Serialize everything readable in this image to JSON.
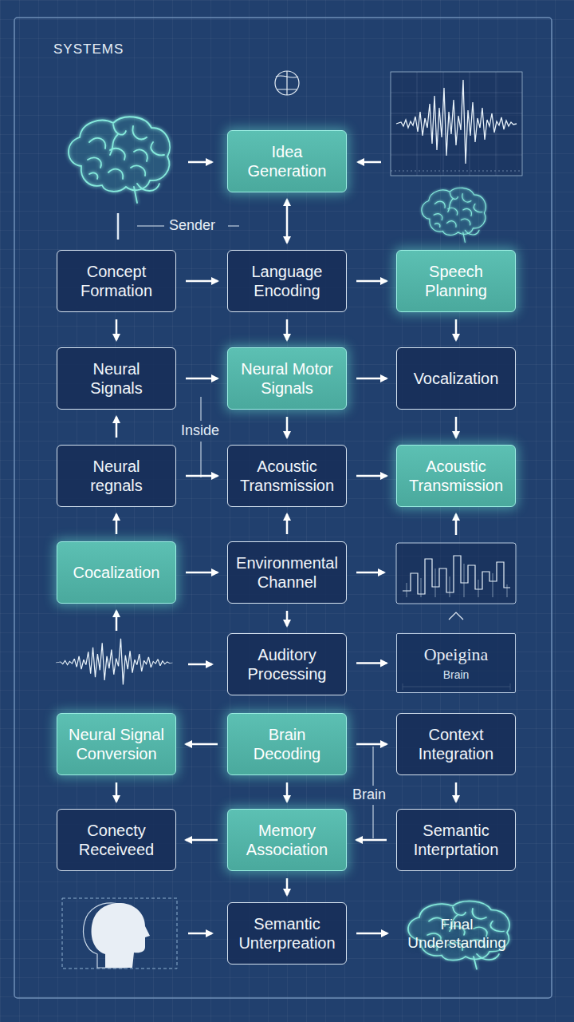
{
  "diagram": {
    "nodes": [
      {
        "text": [
          "Idea Generation"
        ]
      },
      {
        "text": [
          "Concept Formation"
        ]
      },
      {
        "text": [
          "Language Encoding"
        ]
      },
      {
        "text": [
          "Speech Planning"
        ]
      },
      {
        "text": [
          "Neural Signals"
        ]
      },
      {
        "text": [
          "Neural Motor Signals"
        ]
      },
      {
        "text": [
          "Vocalization"
        ]
      },
      {
        "text": [
          "Neural regnals"
        ]
      },
      {
        "text": [
          "Acoustic Transmission"
        ]
      },
      {
        "text": [
          "Acoustic Transmission"
        ]
      },
      {
        "text": [
          "Cocalization"
        ]
      },
      {
        "text": [
          "Environmental Channel"
        ]
      },
      {
        "text": [
          "Auditory Processing"
        ]
      },
      {
        "text": [
          "Opeigina",
          "Brain"
        ]
      },
      {
        "text": [
          "Neural Signal Conversion"
        ]
      },
      {
        "text": [
          "Brain Decoding"
        ]
      },
      {
        "text": [
          "Context Integration"
        ]
      },
      {
        "text": [
          "Conecty Receiveed"
        ]
      },
      {
        "text": [
          "Memory Association"
        ]
      },
      {
        "text": [
          "Semantic Interprtation"
        ]
      },
      {
        "text": [
          "Semantic Unterpreation"
        ]
      },
      {
        "text": [
          "Final Understanding"
        ]
      }
    ],
    "edges": [
      {
        "from": 0,
        "to": 2,
        "arrow": "both"
      },
      {
        "from": 1,
        "to": 2,
        "arrow": "to"
      },
      {
        "from": 2,
        "to": 3,
        "arrow": "to"
      },
      {
        "from": 1,
        "to": 4,
        "arrow": "to"
      },
      {
        "from": 2,
        "to": 5,
        "arrow": "to"
      },
      {
        "from": 3,
        "to": 6,
        "arrow": "to"
      },
      {
        "from": 4,
        "to": 5,
        "arrow": "to"
      },
      {
        "from": 5,
        "to": 6,
        "arrow": "to"
      },
      {
        "from": 7,
        "to": 4,
        "arrow": "to"
      },
      {
        "from": 5,
        "to": 8,
        "arrow": "to"
      },
      {
        "from": 6,
        "to": 9,
        "arrow": "to"
      },
      {
        "from": 7,
        "to": 8,
        "arrow": "to"
      },
      {
        "from": 8,
        "to": 9,
        "arrow": "to"
      },
      {
        "from": 11,
        "to": 8,
        "arrow": "to"
      },
      {
        "from": 10,
        "to": 7,
        "arrow": "to"
      },
      {
        "from": 10,
        "to": 11,
        "arrow": "to"
      },
      {
        "from": 11,
        "to": 12,
        "arrow": "to"
      },
      {
        "from": 12,
        "to": 13,
        "arrow": "to"
      },
      {
        "from": 15,
        "to": 14,
        "arrow": "to"
      },
      {
        "from": 15,
        "to": 16,
        "arrow": "to"
      },
      {
        "from": 14,
        "to": 17,
        "arrow": "to"
      },
      {
        "from": 15,
        "to": 18,
        "arrow": "to"
      },
      {
        "from": 16,
        "to": 19,
        "arrow": "to"
      },
      {
        "from": 18,
        "to": 17,
        "arrow": "to"
      },
      {
        "from": 19,
        "to": 18,
        "arrow": "to"
      },
      {
        "from": 18,
        "to": 20,
        "arrow": "to"
      },
      {
        "from": 20,
        "to": 21,
        "arrow": "to"
      }
    ],
    "labels": [
      "SYSTEMS",
      "Sender",
      "Inside",
      "Brain"
    ]
  }
}
